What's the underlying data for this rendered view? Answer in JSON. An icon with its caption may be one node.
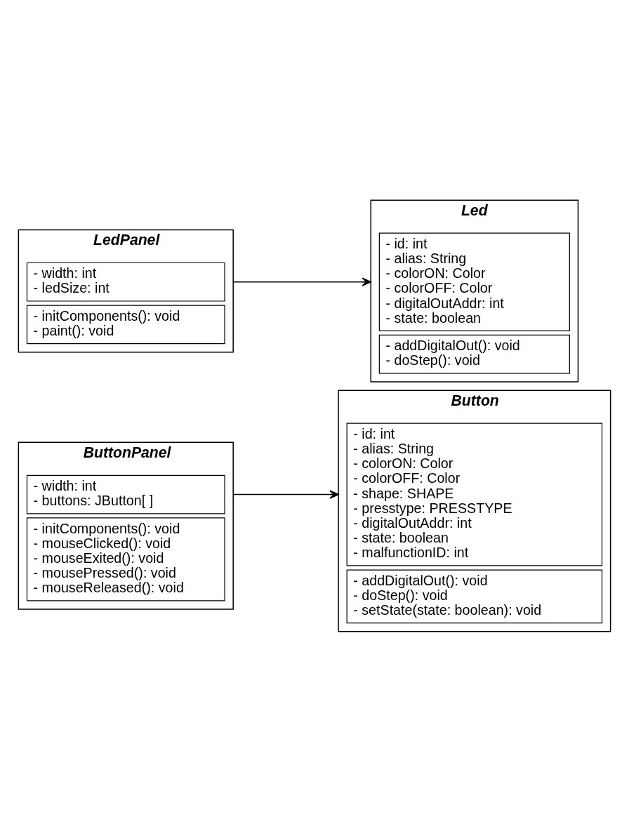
{
  "diagram": {
    "nodes": [
      {
        "text": [
          "ButtonPanel"
        ]
      },
      {
        "text": [
          "- width: int",
          "- buttons: JButton[ ]"
        ],
        "in": 0
      },
      {
        "text": [
          "- initComponents(): void",
          "- mouseClicked(): void",
          "- mouseExited(): void",
          "- mousePressed(): void",
          "- mouseReleased(): void"
        ],
        "in": 0
      },
      {
        "text": [
          "Button"
        ]
      },
      {
        "text": [
          "- id: int",
          "- alias: String",
          "- colorON: Color",
          "- colorOFF: Color",
          "- shape: SHAPE",
          "- presstype: PRESSTYPE",
          "- digitalOutAddr: int",
          "- state: boolean",
          "- malfunctionID: int"
        ],
        "in": 3
      },
      {
        "text": [
          "- addDigitalOut(): void",
          "- doStep(): void",
          "- setState(state: boolean): void"
        ],
        "in": 3
      },
      {
        "text": [
          "LedPanel"
        ]
      },
      {
        "text": [
          "- width: int",
          "- ledSize: int"
        ],
        "in": 6
      },
      {
        "text": [
          "- initComponents(): void",
          "- paint(): void"
        ],
        "in": 6
      },
      {
        "text": [
          "Led"
        ]
      },
      {
        "text": [
          "- id: int",
          "- alias: String",
          "- colorON: Color",
          "- colorOFF: Color",
          "- digitalOutAddr: int",
          "- state: boolean"
        ],
        "in": 9
      },
      {
        "text": [
          "- addDigitalOut(): void",
          "- doStep(): void"
        ],
        "in": 9
      }
    ],
    "edges": [
      {
        "from": 0,
        "to": 3,
        "arrow": "to"
      },
      {
        "from": 6,
        "to": 9,
        "arrow": "to"
      }
    ]
  }
}
